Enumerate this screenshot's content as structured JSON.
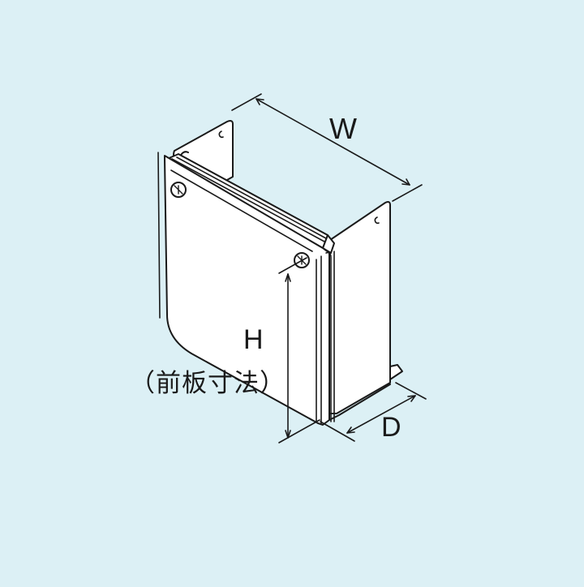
{
  "diagram": {
    "subject": "wall-mounted cover box (isometric view)",
    "background_color": "#dcf0f5",
    "line_color": "#1a1a1a",
    "fill_color": "#ffffff",
    "dimensions": {
      "width_label": "W",
      "height_label": "H",
      "height_note": "（前板寸法）",
      "depth_label": "D"
    }
  }
}
